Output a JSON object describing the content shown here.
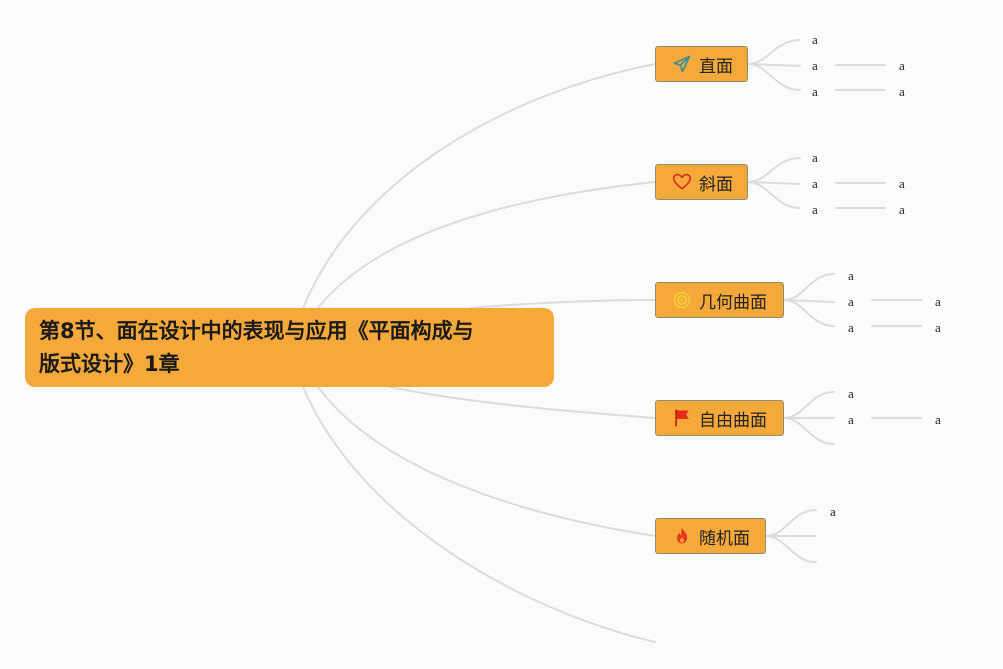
{
  "root": {
    "title_line1": "第8节、面在设计中的表现与应用《平面构成与",
    "title_line2": "版式设计》1章"
  },
  "branches": [
    {
      "label": "直面",
      "icon": "paper-plane-icon",
      "rows": [
        {
          "text": "a"
        },
        {
          "text": "a",
          "child": "a"
        },
        {
          "text": "a",
          "child": "a"
        }
      ]
    },
    {
      "label": "斜面",
      "icon": "heart-icon",
      "rows": [
        {
          "text": "a"
        },
        {
          "text": "a",
          "child": "a"
        },
        {
          "text": "a",
          "child": "a"
        }
      ]
    },
    {
      "label": "几何曲面",
      "icon": "swirl-icon",
      "rows": [
        {
          "text": "a"
        },
        {
          "text": "a",
          "child": "a"
        },
        {
          "text": "a",
          "child": "a"
        }
      ]
    },
    {
      "label": "自由曲面",
      "icon": "flag-icon",
      "rows": [
        {
          "text": "a"
        },
        {
          "text": "a",
          "child": "a"
        },
        {
          "text": ""
        }
      ]
    },
    {
      "label": "随机面",
      "icon": "flame-icon",
      "rows": [
        {
          "text": "a"
        },
        {
          "text": ""
        },
        {
          "text": ""
        }
      ]
    }
  ],
  "colors": {
    "node_fill": "#f4a93a",
    "node_border": "#8f8e73",
    "connector": "#dcdcdc",
    "background": "#fbfbfb"
  }
}
